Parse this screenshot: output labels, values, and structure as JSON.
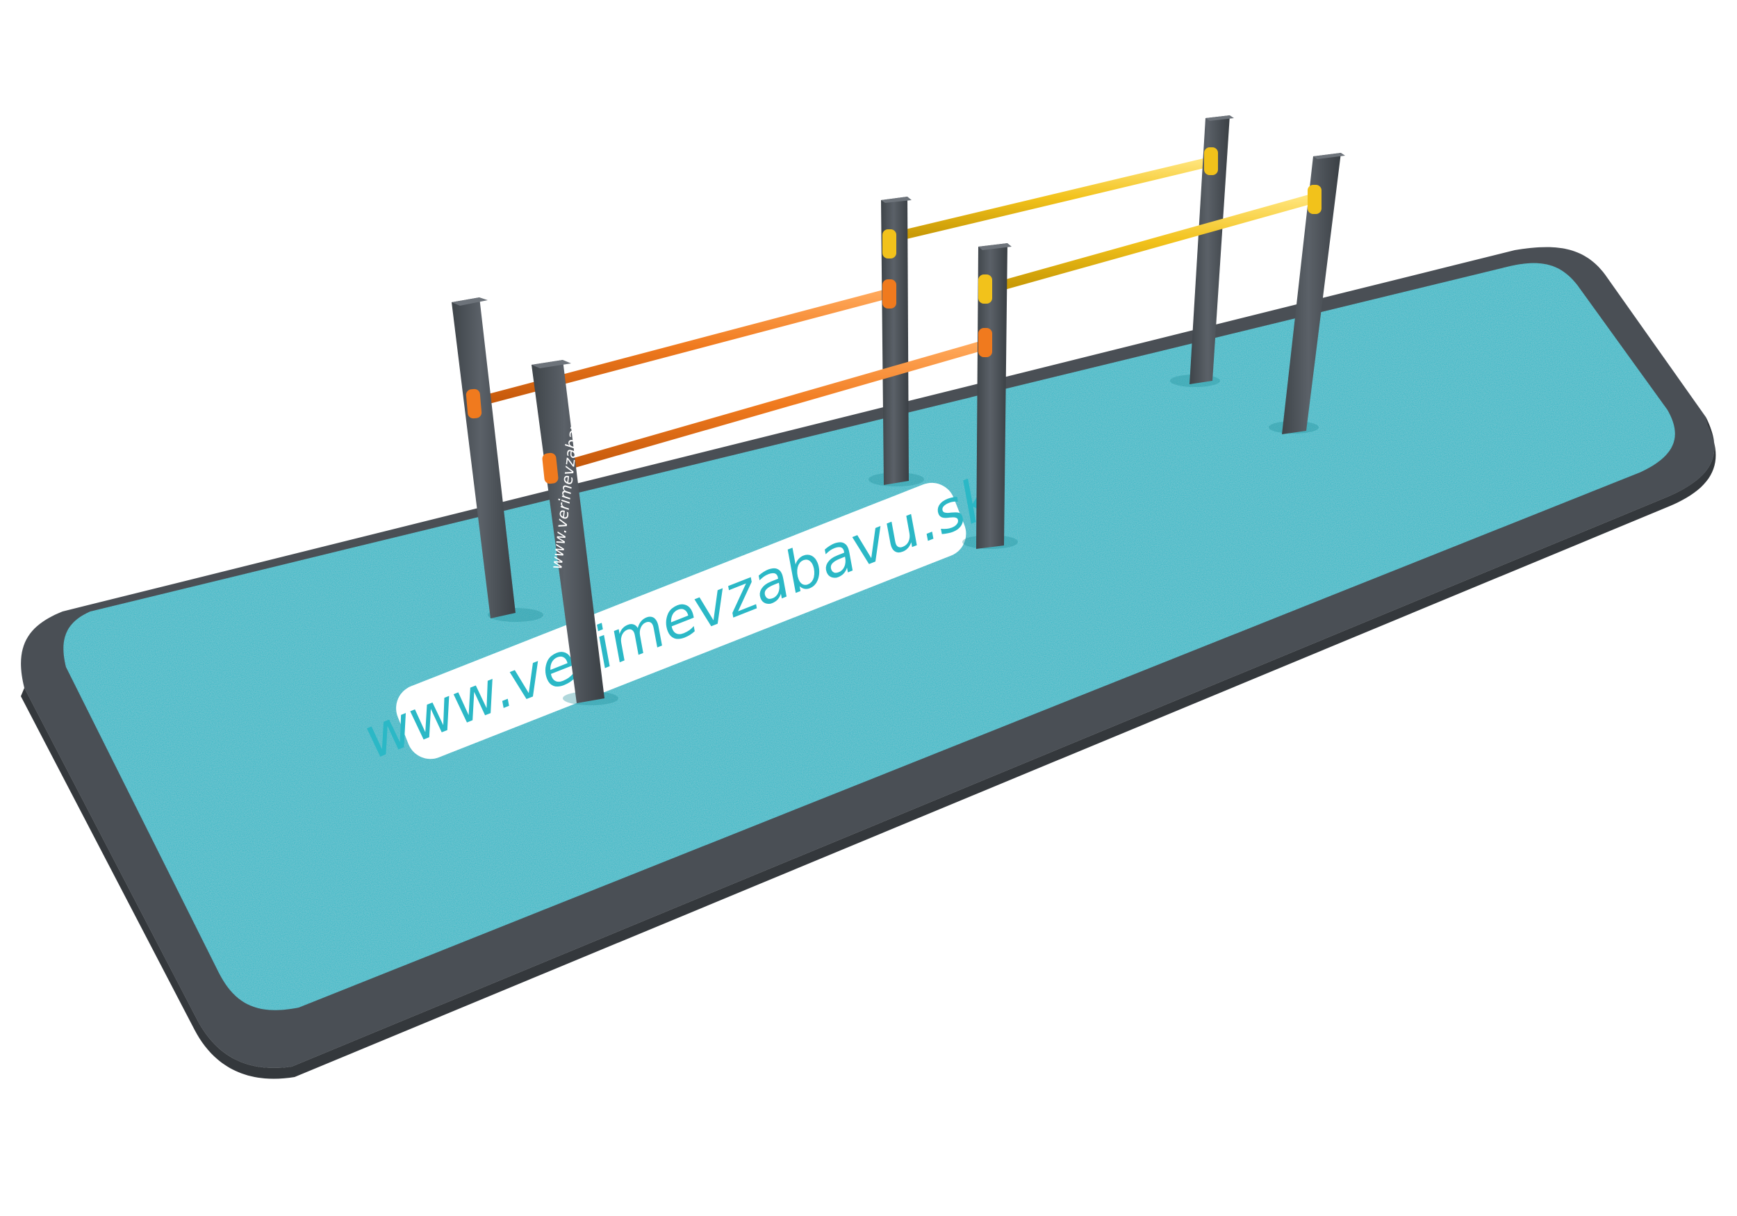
{
  "scene": {
    "description_tag": "outdoor-calisthenics-bars-on-rubber-pad",
    "mat_label": "www.verimevzabavu.sk",
    "post_label": "www.verimevzabavu.sk"
  },
  "colors": {
    "mat": "#2bb8c6",
    "mat_highlight": "#39c6d3",
    "border": "#4a4f55",
    "border_dark": "#3a3e43",
    "post": "#4b5157",
    "post_light": "#656b72",
    "bar_orange": "#f07a1e",
    "bar_yellow": "#f2c21b",
    "label_bg": "#ffffff",
    "label_text": "#2bb8c6"
  }
}
